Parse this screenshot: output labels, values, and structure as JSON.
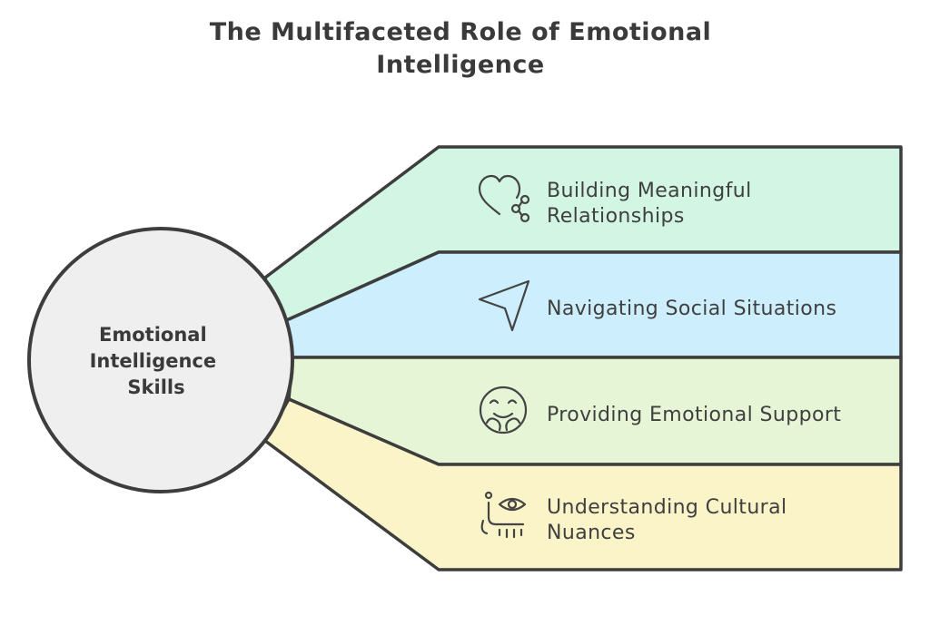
{
  "title": "The Multifaceted Role of Emotional Intelligence",
  "hub": {
    "label_lines": [
      "Emotional",
      "Intelligence",
      "Skills"
    ],
    "color": "#efefef"
  },
  "branches": [
    {
      "label_lines": [
        "Building Meaningful",
        "Relationships"
      ],
      "icon": "heart-network-icon",
      "color": "#d3f5e4"
    },
    {
      "label_lines": [
        "Navigating Social Situations"
      ],
      "icon": "navigation-arrow-icon",
      "color": "#cdeefc"
    },
    {
      "label_lines": [
        "Providing Emotional Support"
      ],
      "icon": "hugging-face-icon",
      "color": "#e5f5d6"
    },
    {
      "label_lines": [
        "Understanding Cultural",
        "Nuances"
      ],
      "icon": "eye-culture-icon",
      "color": "#fbf4c8"
    }
  ],
  "colors": {
    "outline": "#3d3d3d"
  }
}
